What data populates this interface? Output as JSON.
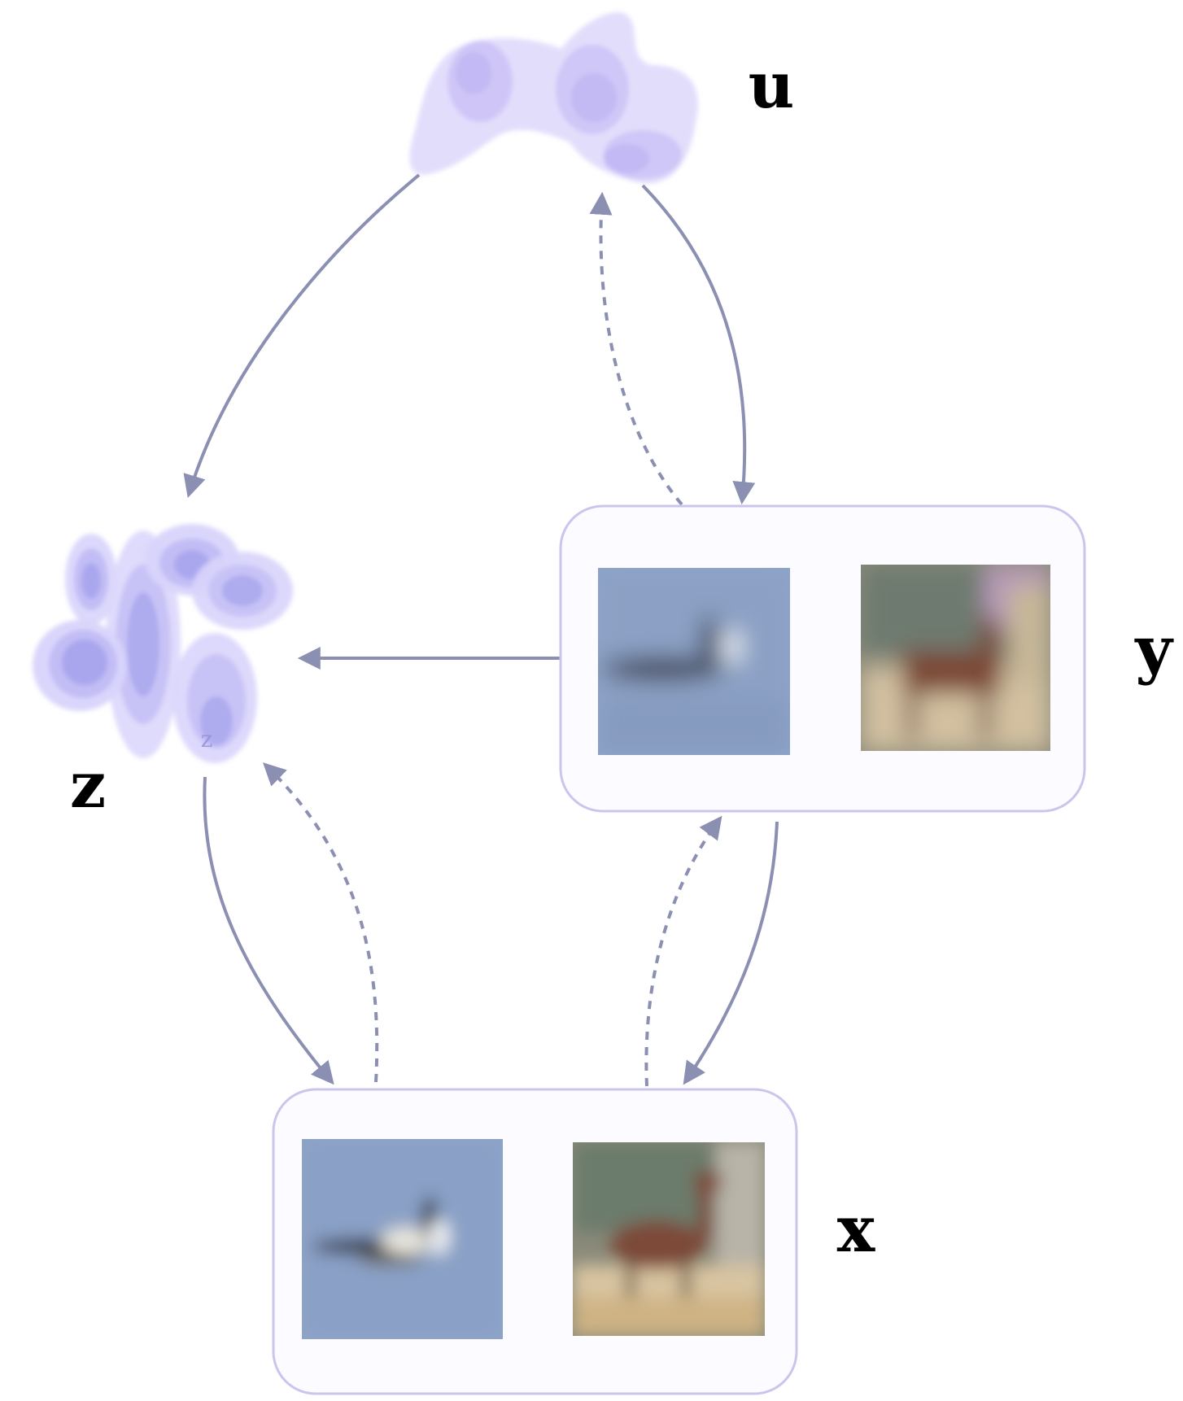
{
  "labels": {
    "u": "u",
    "y": "y",
    "z": "z",
    "x": "x",
    "z_small": "z"
  },
  "colors": {
    "arrow": "#8b90b2",
    "blob": "#d9d2fb",
    "blob_inner": "#c9c0f6",
    "ellipse_outer": "#d8d4fb",
    "ellipse_mid": "#bdb8f3",
    "ellipse_core": "#a9a6ee",
    "box_stroke": "#cbc5ec",
    "box_fill": "#fcfbff",
    "sky": "#8ea4c8",
    "deer_body": "#7d4a37",
    "ground": "#d8c4a0"
  }
}
